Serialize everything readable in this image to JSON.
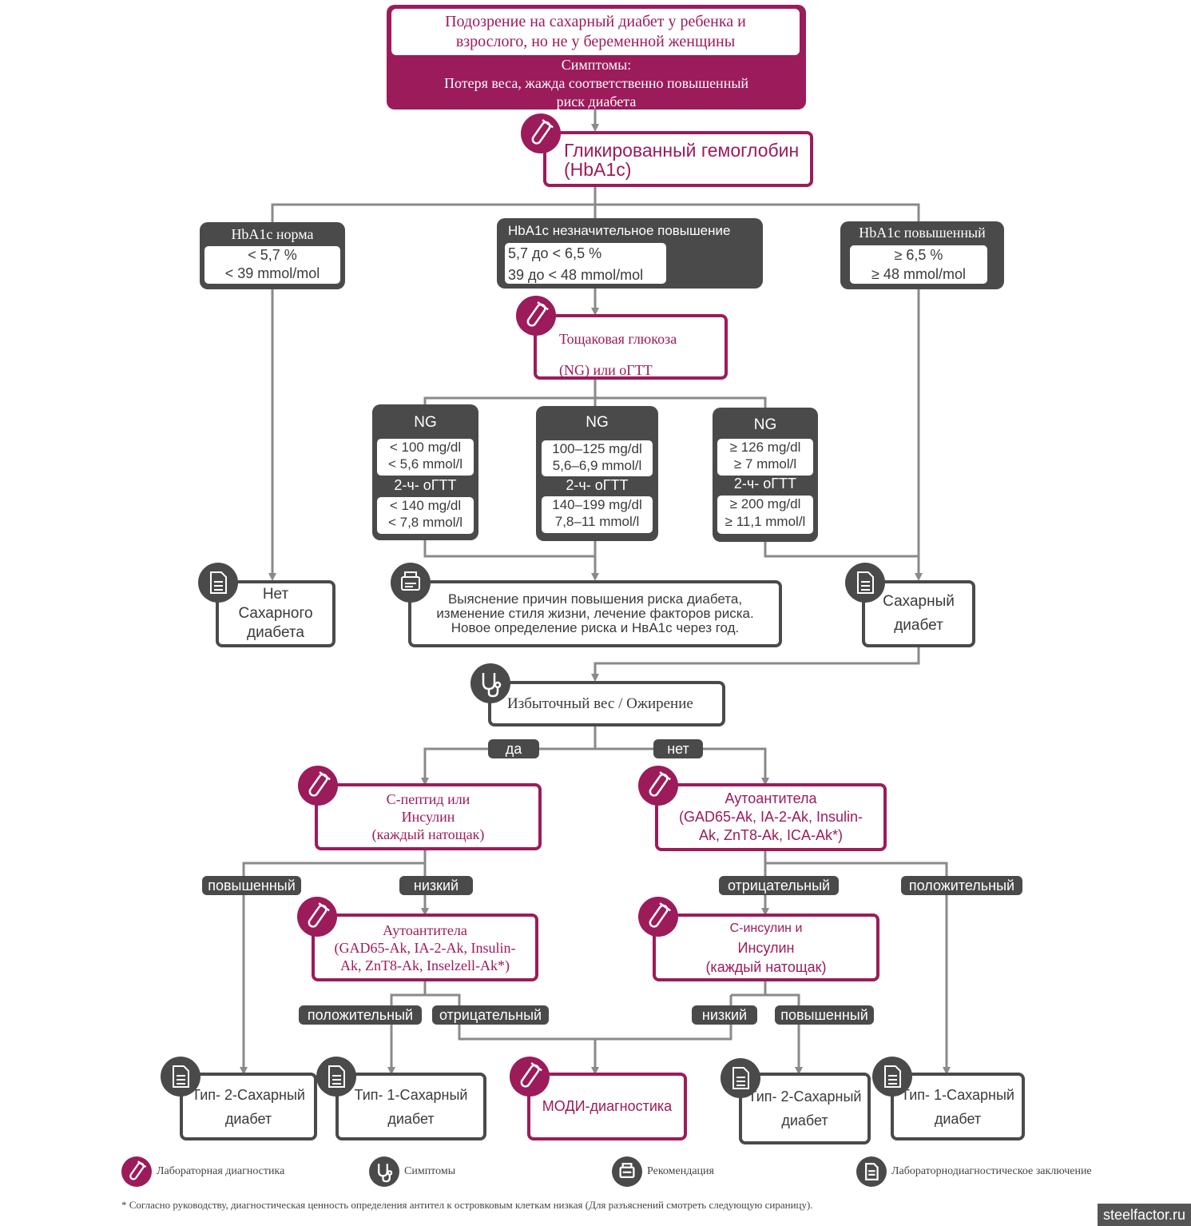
{
  "top": {
    "title_line1": "Подозрение на сахарный диабет у ребенка и",
    "title_line2": "взрослого, но не  у беременной женщины",
    "symptoms_label": "Симптомы:",
    "symptoms_line1": "Потеря веса, жажда соответственно повышенный",
    "symptoms_line2": "риск диабета"
  },
  "hba1c_test": {
    "line1": "Гликированный гемоглобин",
    "line2": "(HbA1c)"
  },
  "hba1c_normal": {
    "title": "HbA1c норма",
    "line1": "< 5,7 %",
    "line2": "< 39 mmol/mol"
  },
  "hba1c_slight": {
    "title": "HbA1c  незначительное повышение",
    "line1": "5,7 до < 6,5 %",
    "line2": "39 до < 48 mmol/mol"
  },
  "hba1c_high": {
    "title": "HbA1c повышенный",
    "line1": "≥ 6,5 %",
    "line2": "≥ 48 mmol/mol"
  },
  "fasting": {
    "line1": "Тощаковая глюкоза",
    "line2": "(NG)  или оГТТ"
  },
  "ng_low": {
    "title": "NG",
    "l1": "< 100 mg/dl",
    "l2": "< 5,6 mmol/l",
    "ogtt": "2-ч- оГТТ",
    "l3": "< 140 mg/dl",
    "l4": "< 7,8 mmol/l"
  },
  "ng_mid": {
    "title": "NG",
    "l1": "100–125 mg/dl",
    "l2": "5,6–6,9 mmol/l",
    "ogtt": "2-ч- оГТТ",
    "l3": "140–199  mg/dl",
    "l4": "7,8–11 mmol/l"
  },
  "ng_high": {
    "title": "NG",
    "l1": "≥ 126 mg/dl",
    "l2": "≥ 7 mmol/l",
    "ogtt": "2-ч- оГТТ",
    "l3": "≥ 200 mg/dl",
    "l4": "≥ 11,1 mmol/l"
  },
  "no_diabetes": {
    "l1": "Нет",
    "l2": "Сахарного",
    "l3": "диабета"
  },
  "recommend": {
    "l1": "Выяснение причин повышения риска диабета,",
    "l2": "изменение стиля жизни, лечение факторов риска.",
    "l3": "Новое определение риска и НвА1с через год."
  },
  "diabetes": {
    "l1": "Сахарный",
    "l2": "диабет"
  },
  "obesity": {
    "label": "Избыточный вес / Ожирение"
  },
  "pills": {
    "yes": "да",
    "no": "нет",
    "raised_left": "повышенный",
    "low_left": "низкий",
    "negative_right": "отрицательный",
    "positive_right": "положительный",
    "positive_mid": "положительный",
    "negative_mid": "отрицательный",
    "low_right": "низкий",
    "raised_right": "повышенный"
  },
  "cpeptide": {
    "l1": "С-пептид или",
    "l2": "Инсулин",
    "l3": "(каждый натощак)"
  },
  "autoab_top": {
    "l1": "Аутоантитела",
    "l2": "(GAD65-Ak, IA-2-Ak, Insulin-",
    "l3": "Ak, ZnT8-Ak, ICA-Ak*)"
  },
  "autoab_mid": {
    "l1": "Аутоантитела",
    "l2": "(GAD65-Ak, IA-2-Ak, Insulin-",
    "l3": "Ak, ZnT8-Ak, Inselzell-Ak*)"
  },
  "cinsulin": {
    "l1": "С-инсулин и",
    "l2": "Инсулин",
    "l3": "(каждый натощак)"
  },
  "results": {
    "t2_left": {
      "l1": "Тип- 2-Сахарный",
      "l2": "диабет"
    },
    "t1_left": {
      "l1": "Тип- 1-Сахарный",
      "l2": "диабет"
    },
    "modi": "МОДИ-диагностика",
    "t2_right": {
      "l1": "Тип- 2-Сахарный",
      "l2": "диабет"
    },
    "t1_right": {
      "l1": "Тип- 1-Сахарный",
      "l2": "диабет"
    }
  },
  "legend": {
    "lab": "Лабораторная диагностика",
    "symptoms": "Симптомы",
    "recommendation": "Рекомендация",
    "conclusion": "Лабораторнодиагностическое заключение"
  },
  "footnote": "* Согласно руководству, диагностическая ценность определения антител к островковым клеткам низкая (Для разъяснений смотреть следующую сираницу).",
  "watermark": "steelfactor.ru",
  "colors": {
    "magenta": "#9c1b5a",
    "dark": "#4a4a4a",
    "line": "#8a8a8a"
  },
  "icons": [
    "test-tube-icon",
    "stethoscope-icon",
    "recommendation-icon",
    "document-icon"
  ]
}
